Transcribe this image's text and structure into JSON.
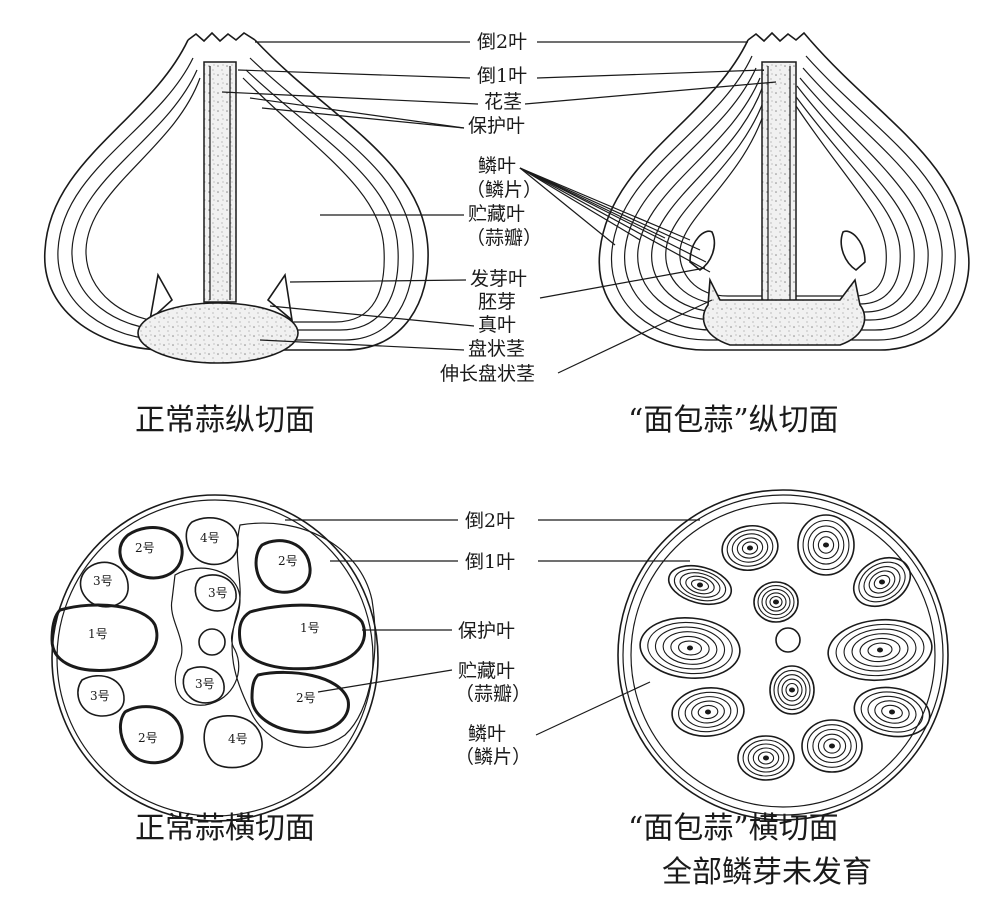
{
  "top_labels": {
    "dao2ye": "倒2叶",
    "dao1ye": "倒1叶",
    "huajing": "花茎",
    "baohuye": "保护叶",
    "linye": "鳞叶",
    "linpian": "（鳞片）",
    "zhucangye": "贮藏叶",
    "suanban": "（蒜瓣）",
    "fayaye": "发芽叶",
    "peiya": "胚芽",
    "zhenye": "真叶",
    "panzhuangjing": "盘状茎",
    "shenchang": "伸长盘状茎"
  },
  "bottom_labels": {
    "dao2ye": "倒2叶",
    "dao1ye": "倒1叶",
    "baohuye": "保护叶",
    "zhucangye": "贮藏叶",
    "suanban": "（蒜瓣）",
    "linye": "鳞叶",
    "linpian": "（鳞片）"
  },
  "captions": {
    "normal_long": "正常蒜纵切面",
    "bread_long": "“面包蒜”纵切面",
    "normal_cross": "正常蒜横切面",
    "bread_cross": "“面包蒜”横切面",
    "bread_cross_sub": "全部鳞芽未发育"
  },
  "clove_numbers": {
    "n1a": "1号",
    "n1b": "1号",
    "n2a": "2号",
    "n2b": "2号",
    "n2c": "2号",
    "n2d": "2号",
    "n3a": "3号",
    "n3b": "3号",
    "n3c": "3号",
    "n3d": "3号",
    "n4a": "4号",
    "n4b": "4号"
  }
}
